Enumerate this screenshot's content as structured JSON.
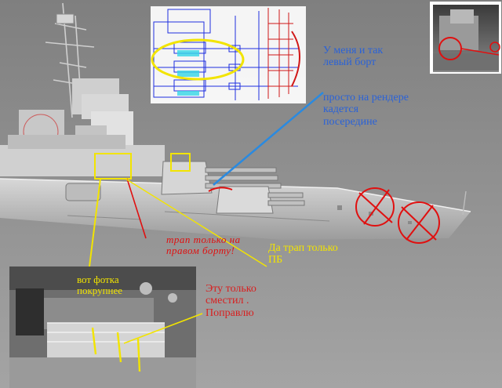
{
  "annotations": {
    "blue_note_left_side": "У  меня  и так\nлевый борт",
    "blue_note_render": "просто на рендере\nкадется\nпосередине",
    "red_note_ladder": "трап  только на\nправом  борту!",
    "yellow_note_ladder": "Да  трап  только\nПБ",
    "yellow_note_photo": "вот фотка\nпокрупнее",
    "red_note_moved": "Эту только\nсместил .\nПоправлю"
  },
  "colors": {
    "render_background": "#9a9a9a",
    "blueprint_blue": "#1f2fe0",
    "blueprint_red": "#d01818",
    "annotation_blue": "#2a62d8",
    "annotation_red": "#e01010",
    "annotation_yellow": "#f2e400",
    "photo_gray": "#5a5a5a"
  }
}
